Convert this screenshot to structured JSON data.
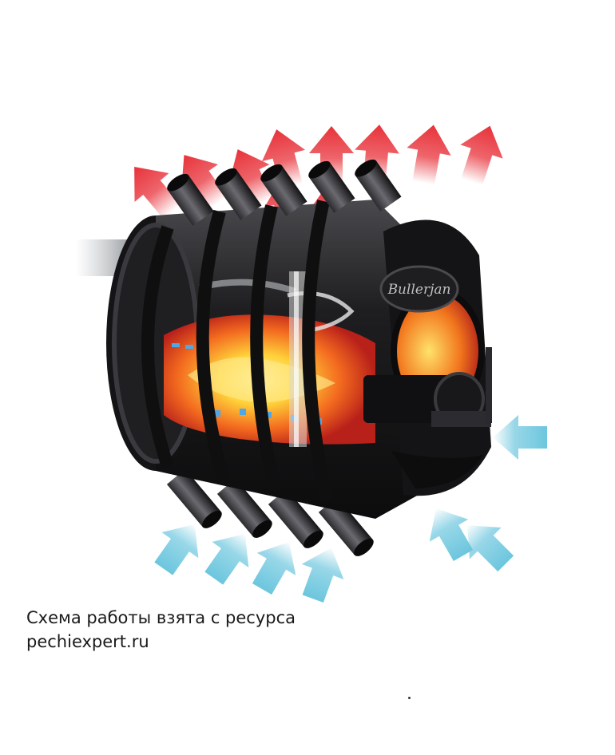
{
  "caption": {
    "line1": "Схема работы взята с ресурса",
    "line2": "pechiexpert.ru"
  },
  "illustration": {
    "subject": "buleryan-stove-cutaway-icon",
    "brand_plate_text": "Bullerjan",
    "colors": {
      "hot_arrow": "#e8323a",
      "cold_arrow": "#6cc6de",
      "body": "#1c1c1e",
      "flame_core": "#ffd23a",
      "flame_outer": "#e8431c"
    }
  }
}
